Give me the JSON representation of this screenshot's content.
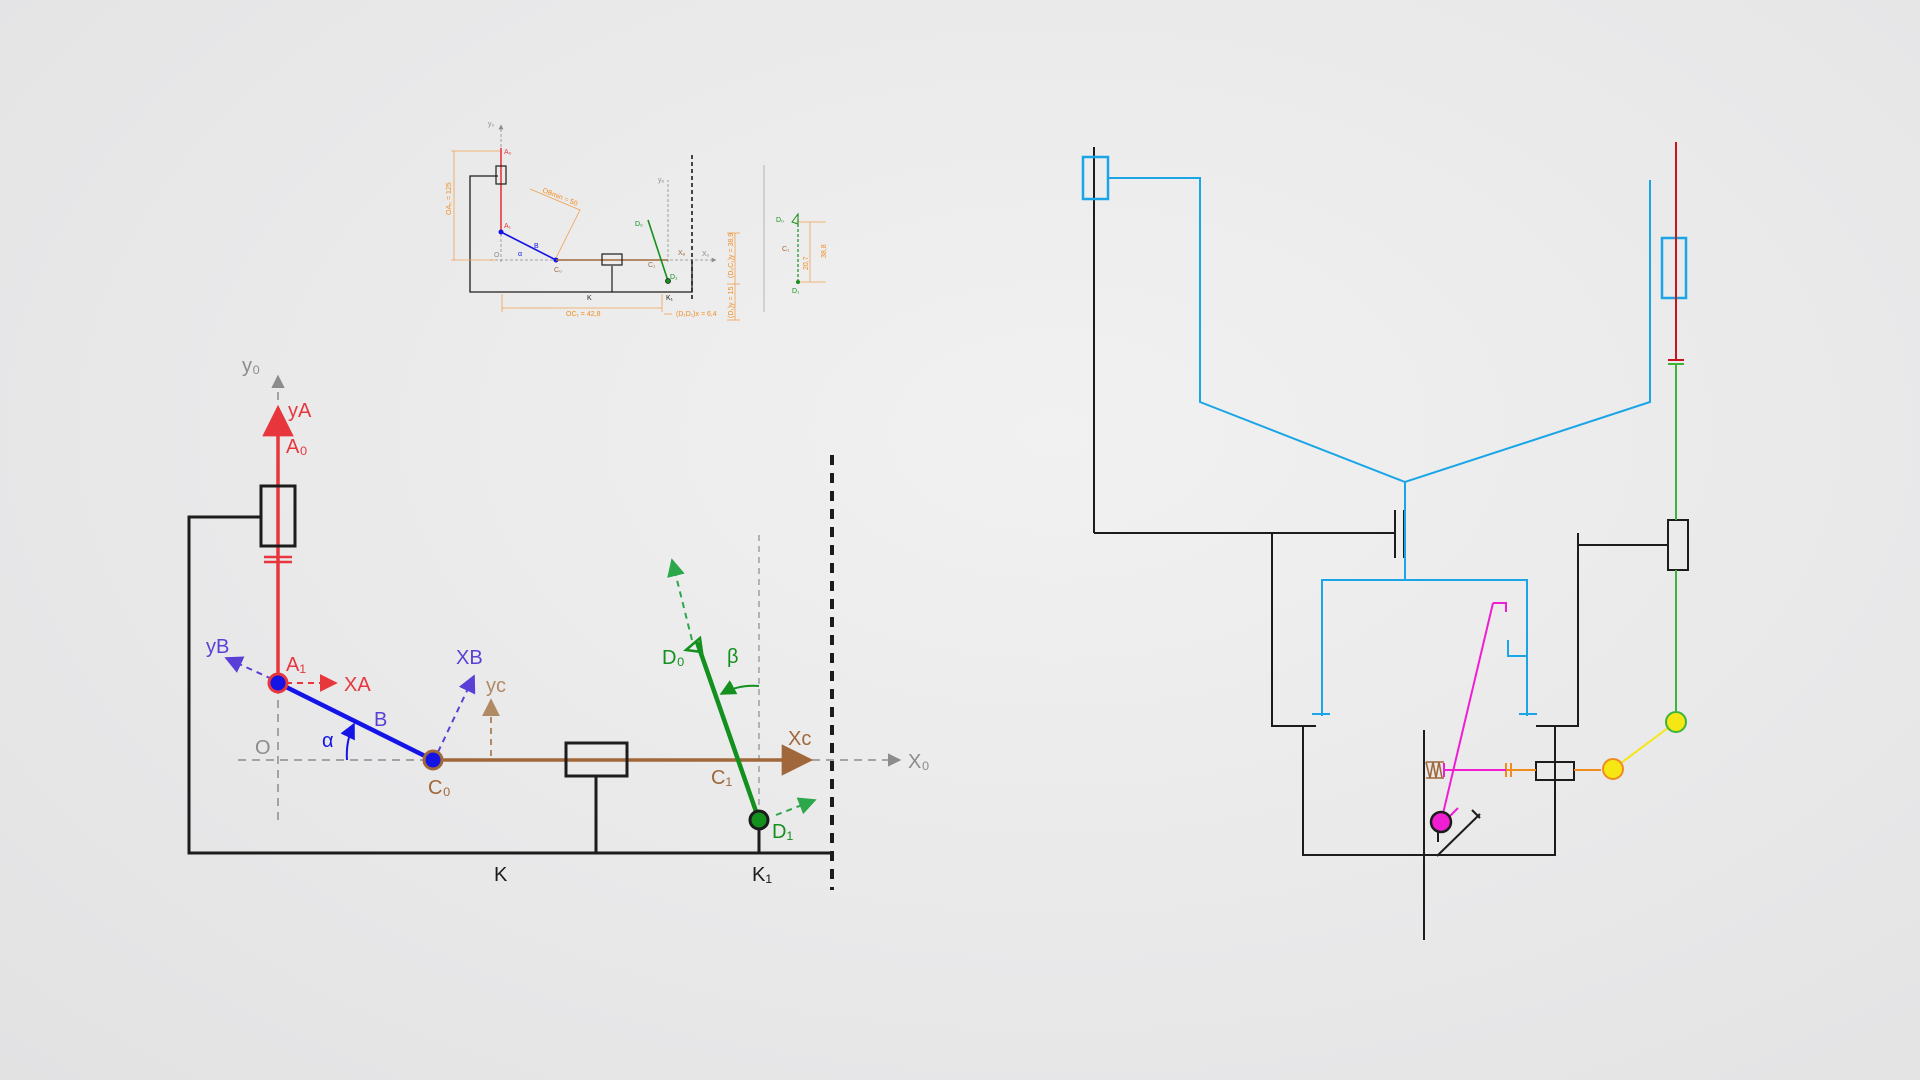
{
  "colors": {
    "black": "#1c1c1c",
    "red": "#e8373c",
    "blue": "#1414e6",
    "violet": "#5a3fd6",
    "brown": "#a0683a",
    "tan": "#b08a64",
    "green": "#14901e",
    "green_light": "#2ca84a",
    "gray": "#8c8c8c",
    "cyan": "#1aa5e6",
    "magenta": "#f01ed2",
    "orange": "#f08c1e",
    "yellow": "#f5e614",
    "dark_red": "#c8141e",
    "mid_green": "#3cb43c",
    "dim_orange": "#f0a050"
  },
  "main_diagram": {
    "labels": {
      "y0": "y₀",
      "yA": "yA",
      "A0": "A₀",
      "A1": "A₁",
      "XA": "XA",
      "yB": "yB",
      "XB": "XB",
      "yC": "yc",
      "B": "B",
      "alpha": "α",
      "O": "O",
      "C0": "C₀",
      "C1": "C₁",
      "Xc": "Xc",
      "X0": "X₀",
      "D0": "D₀",
      "beta": "β",
      "D1": "D₁",
      "K": "K",
      "K1": "K₁"
    }
  },
  "thumbnail": {
    "labels": {
      "y0": "y₀",
      "A0": "A₀",
      "A1": "A₁",
      "B": "B",
      "alpha": "α",
      "O": "O",
      "C0": "C₀",
      "C1": "C₁",
      "X0": "X₀",
      "Xc": "Xₑ",
      "yc": "yₑ",
      "D0": "D₀",
      "D1": "D₁",
      "K": "K",
      "K1": "K₁",
      "dim_OA0": "OA₀ = 125",
      "dim_OBmin": "OBmin = 50",
      "dim_OC1": "OC₁ = 42,8",
      "dim_D1D1x": "(D₁D₁)x = 6,4",
      "dim_D0C1": "(D₀C₁)y = 38,9",
      "dim_D1y": "(D₁)y = 15",
      "dim_small": "20,7",
      "dim_small2": "38,8",
      "side_D0": "D₀",
      "side_C1": "C₁",
      "side_D1": "D₁"
    }
  }
}
